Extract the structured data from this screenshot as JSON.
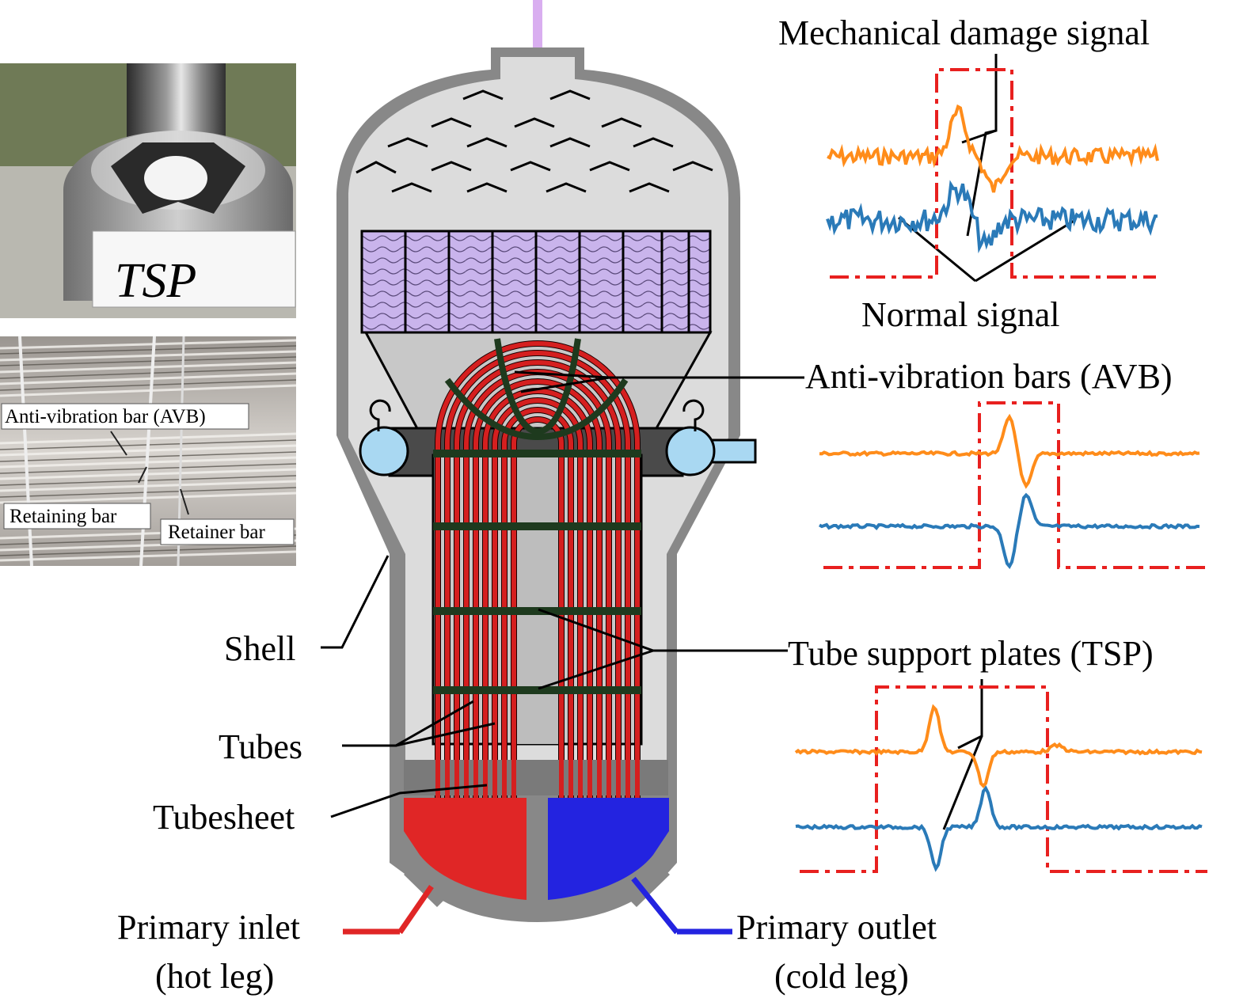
{
  "photos": {
    "top_photo_text": "TSP",
    "bottom_photo_labels": {
      "avb": "Anti-vibration bar (AVB)",
      "retaining": "Retaining bar",
      "retainer": "Retainer bar"
    }
  },
  "labels": {
    "shell": "Shell",
    "tubes": "Tubes",
    "tubesheet": "Tubesheet",
    "primary_inlet_1": "Primary inlet",
    "primary_inlet_2": "(hot leg)",
    "primary_outlet_1": "Primary outlet",
    "primary_outlet_2": "(cold leg)",
    "avb": "Anti-vibration bars (AVB)",
    "tsp": "Tube support plates (TSP)",
    "mechanical_damage": "Mechanical damage signal",
    "normal_signal": "Normal signal"
  },
  "colors": {
    "hot_leg": "#e02626",
    "cold_leg": "#2323e0",
    "tube_red": "#d51f1f",
    "support_dark": "#1e3a1e",
    "shell_gray": "#8a8a8a",
    "interior_gray": "#dcdcdc",
    "separator_purple": "#c9b4ec",
    "nozzle_blue": "#a9d8f2",
    "signal_orange": "#ff8c1a",
    "signal_blue": "#2a7ab8",
    "window_red": "#e8201f"
  }
}
